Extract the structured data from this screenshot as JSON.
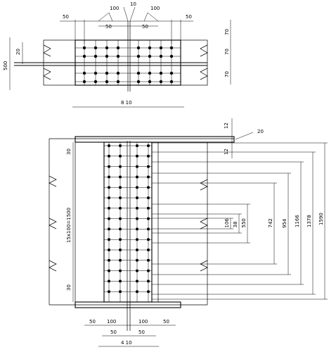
{
  "top_view": {
    "dim_top": [
      "50",
      "100",
      "10",
      "100",
      "50"
    ],
    "dim_inner": [
      "50",
      "50"
    ],
    "dim_left_outer": "500",
    "dim_left_inner": "20",
    "dim_right": [
      "70",
      "70",
      "70"
    ],
    "dim_bottom": "8 10"
  },
  "bottom_view": {
    "dim_top_right": [
      "12",
      "20",
      "12"
    ],
    "dim_left_top": "30",
    "dim_left_main": "15x100=1500",
    "dim_left_bottom": "30",
    "dim_vertical": [
      "106",
      "38",
      "550",
      "742",
      "954",
      "1166",
      "1378",
      "1590"
    ],
    "dim_bottom_row1": [
      "50",
      "100",
      "100",
      "50"
    ],
    "dim_bottom_row2": [
      "50",
      "50"
    ],
    "dim_bottom_total": "4 10"
  }
}
